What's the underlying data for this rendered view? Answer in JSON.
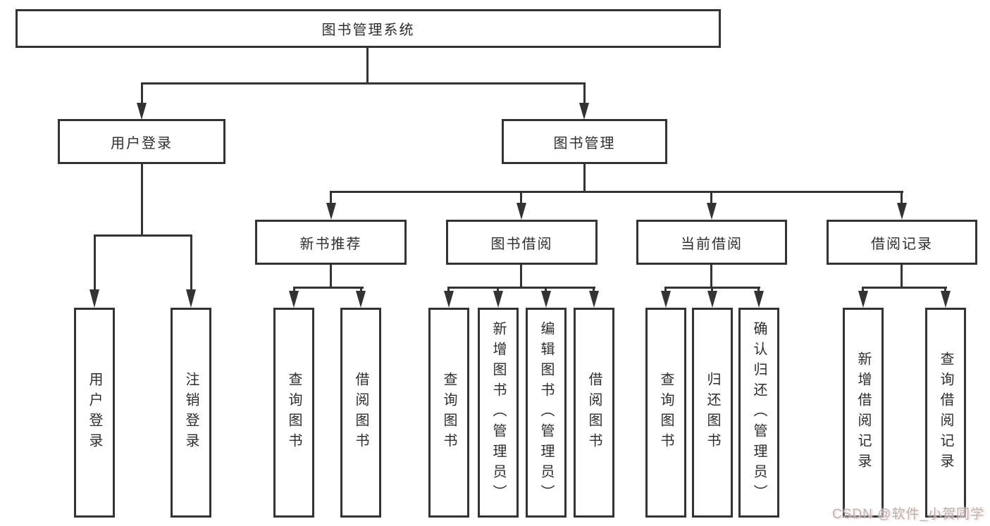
{
  "diagram": {
    "title": "图书管理系统",
    "type": "hierarchy-tree",
    "nodes": {
      "root": {
        "label": "图书管理系统",
        "level": 1
      },
      "user_login": {
        "label": "用户登录",
        "level": 2
      },
      "book_mgmt": {
        "label": "图书管理",
        "level": 2
      },
      "new_book_rec": {
        "label": "新书推荐",
        "level": 3
      },
      "book_borrow": {
        "label": "图书借阅",
        "level": 3
      },
      "current_borrow": {
        "label": "当前借阅",
        "level": 3
      },
      "borrow_records": {
        "label": "借阅记录",
        "level": 3
      },
      "leaf_user_login": {
        "label": "用户登录",
        "level": 4
      },
      "leaf_logout": {
        "label": "注销登录",
        "level": 4
      },
      "leaf_rec_query": {
        "label": "查询图书",
        "level": 4
      },
      "leaf_rec_borrow": {
        "label": "借阅图书",
        "level": 4
      },
      "leaf_bb_query": {
        "label": "查询图书",
        "level": 4
      },
      "leaf_bb_add": {
        "label": "新增图书（管理员）",
        "level": 4
      },
      "leaf_bb_edit": {
        "label": "编辑图书（管理员）",
        "level": 4
      },
      "leaf_bb_borrow": {
        "label": "借阅图书",
        "level": 4
      },
      "leaf_cb_query": {
        "label": "查询图书",
        "level": 4
      },
      "leaf_cb_return": {
        "label": "归还图书",
        "level": 4
      },
      "leaf_cb_confirm": {
        "label": "确认归还（管理员）",
        "level": 4
      },
      "leaf_br_add": {
        "label": "新增借阅记录",
        "level": 4
      },
      "leaf_br_query": {
        "label": "查询借阅记录",
        "level": 4
      }
    },
    "edges": [
      {
        "from": "图书管理系统",
        "to": [
          "用户登录",
          "图书管理"
        ]
      },
      {
        "from": "用户登录",
        "to": [
          "用户登录",
          "注销登录"
        ]
      },
      {
        "from": "图书管理",
        "to": [
          "新书推荐",
          "图书借阅",
          "当前借阅",
          "借阅记录"
        ]
      },
      {
        "from": "新书推荐",
        "to": [
          "查询图书",
          "借阅图书"
        ]
      },
      {
        "from": "图书借阅",
        "to": [
          "查询图书",
          "新增图书（管理员）",
          "编辑图书（管理员）",
          "借阅图书"
        ]
      },
      {
        "from": "当前借阅",
        "to": [
          "查询图书",
          "归还图书",
          "确认归还（管理员）"
        ]
      },
      {
        "from": "借阅记录",
        "to": [
          "新增借阅记录",
          "查询借阅记录"
        ]
      }
    ],
    "watermark": "CSDN @软件_小贺同学",
    "colors": {
      "line": "#333333",
      "box_background": "#ffffff",
      "text": "#2e2e2e",
      "watermark": "#b3b3b3",
      "background": "#ffffff"
    }
  }
}
